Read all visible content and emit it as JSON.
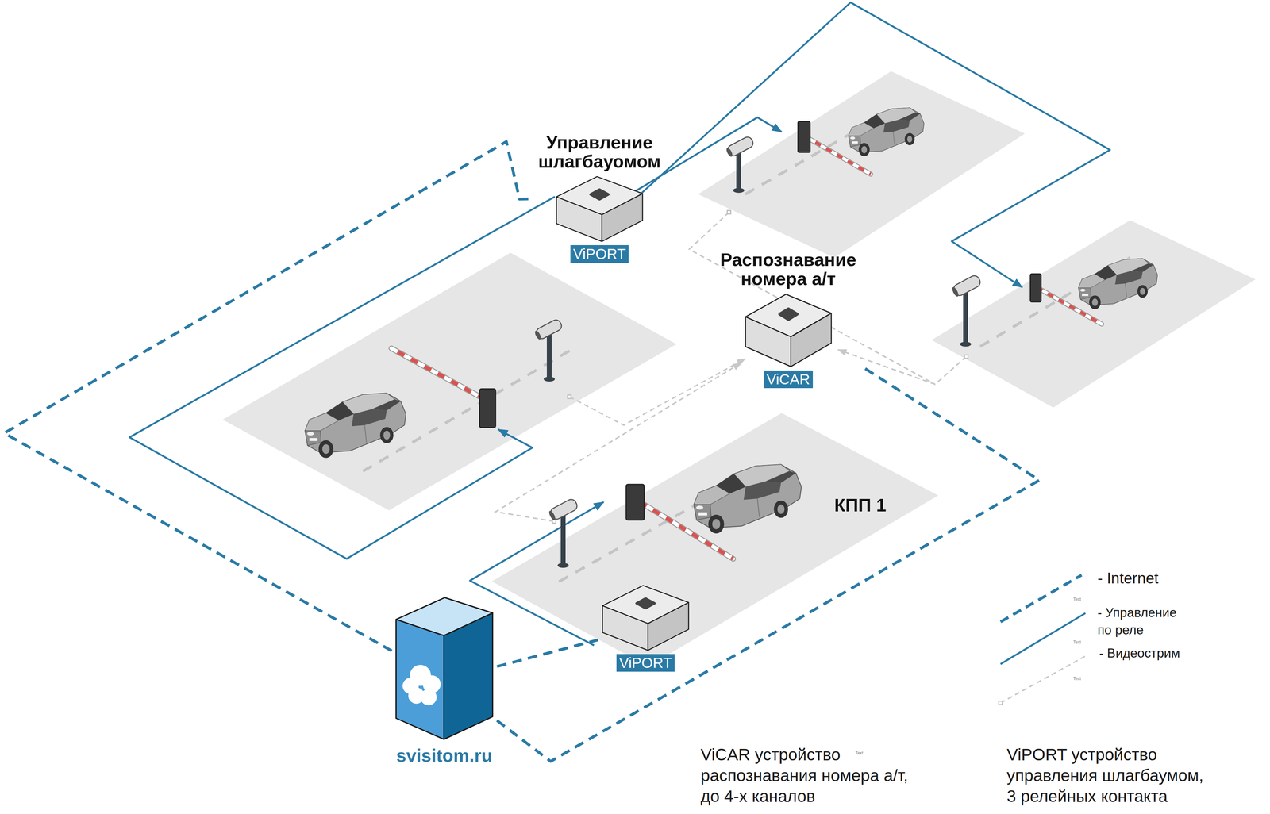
{
  "diagram": {
    "nodes": [
      {
        "text": [
          "Управление шлагбауомом",
          "ViPORT"
        ]
      },
      {
        "text": [
          "Распознавание номера а/т",
          "ViCAR"
        ]
      },
      {
        "text": [
          "ViPORT"
        ]
      },
      {
        "text": [
          "svisitom.ru"
        ]
      }
    ],
    "edges": [
      {
        "from": 3,
        "to": 0,
        "arrow": "none"
      },
      {
        "from": 3,
        "to": 1,
        "arrow": "none"
      },
      {
        "from": 3,
        "to": 2,
        "arrow": "none"
      }
    ],
    "labels": [
      "КПП 1",
      "ViCAR устройство распознавания номера а/т, до 4-х каналов",
      "ViPORT устройство управления шлагбаумом, 3 релейных контакта",
      "Text",
      "Text",
      "Text",
      "Text"
    ],
    "legend": [
      {
        "text": "- Internet"
      },
      {
        "text": "- Управление по реле"
      },
      {
        "text": "- Видеострим"
      }
    ]
  }
}
